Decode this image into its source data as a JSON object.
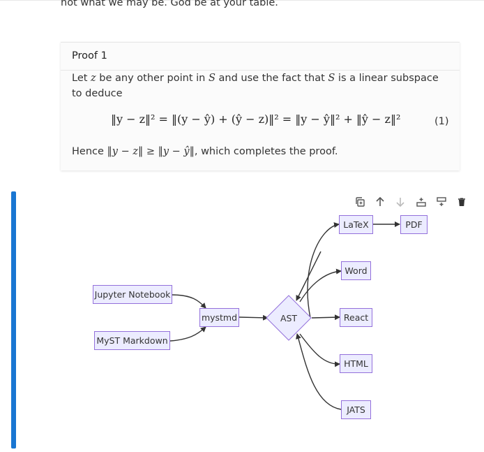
{
  "intro": {
    "text": "not what we may be. God be at your table."
  },
  "proof": {
    "title": "Proof 1",
    "line1": {
      "a": "Let ",
      "z": "z",
      "b": " be any other point in ",
      "S1": "S",
      "c": " and use the fact that ",
      "S2": "S",
      "d": " is a linear subspace to deduce"
    },
    "equation": "‖y − z‖² = ‖(y − ŷ) + (ŷ − z)‖² = ‖y − ŷ‖² + ‖ŷ − z‖²",
    "equation_number": "(1)",
    "hence": {
      "a": "Hence ",
      "m": "‖y − z‖ ≥ ‖y − ŷ‖",
      "b": ", which completes the proof."
    }
  },
  "toolbar": {
    "buttons": [
      {
        "name": "duplicate-icon",
        "enabled": true
      },
      {
        "name": "arrow-up-icon",
        "enabled": true
      },
      {
        "name": "arrow-down-icon",
        "enabled": false
      },
      {
        "name": "insert-above-icon",
        "enabled": true
      },
      {
        "name": "insert-below-icon",
        "enabled": true
      },
      {
        "name": "delete-icon",
        "enabled": true
      }
    ]
  },
  "diagram": {
    "nodes": {
      "jupyter": "Jupyter Notebook",
      "myst_md": "MyST Markdown",
      "mystmd": "mystmd",
      "ast": "AST",
      "latex": "LaTeX",
      "pdf": "PDF",
      "word": "Word",
      "react": "React",
      "html": "HTML",
      "jats": "JATS"
    },
    "colors": {
      "node_fill": "#ececff",
      "node_border": "#9370db",
      "edge": "#333333",
      "accent": "#1976d2"
    }
  }
}
